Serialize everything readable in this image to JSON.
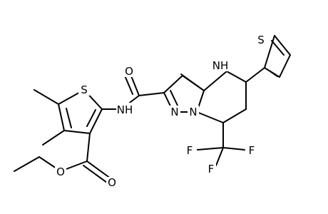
{
  "structure": {
    "atom_labels": {
      "s_thiophene_ester": "S",
      "o_carbonyl_amide": "O",
      "nh_amide": "NH",
      "nh_ring": "NH",
      "n_pyrazole_a": "N",
      "n_pyrazole_b": "N",
      "s_thiophene_side": "S",
      "o_ester_carbonyl": "O",
      "o_ester_ether": "O",
      "f_1": "F",
      "f_2": "F",
      "f_3": "F"
    }
  }
}
